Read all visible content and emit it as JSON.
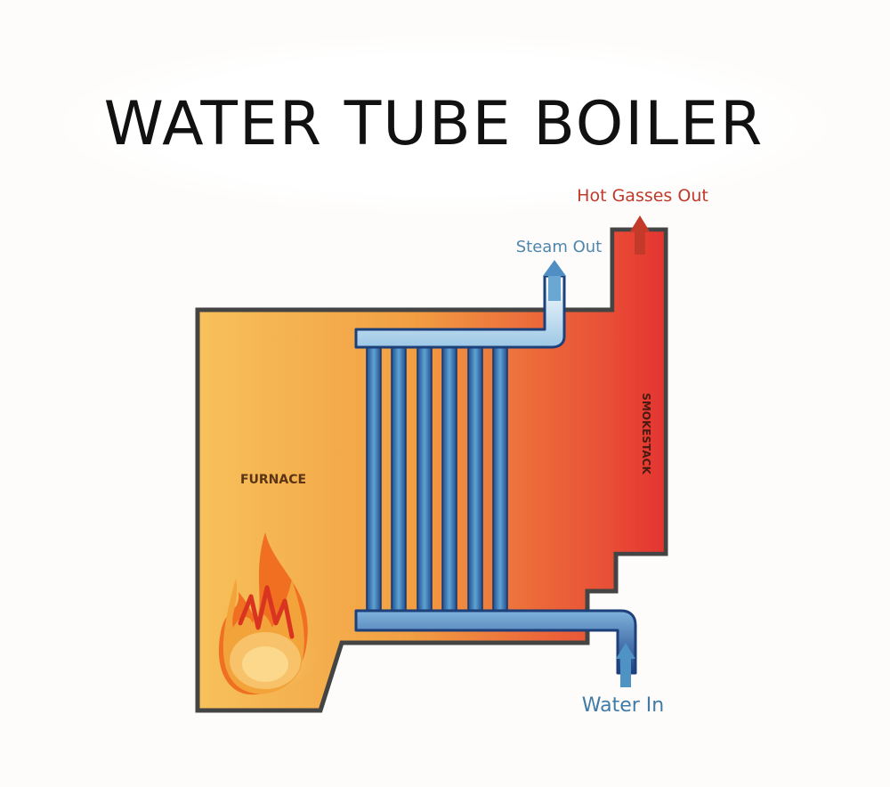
{
  "title": "WATER TUBE BOILER",
  "labels": {
    "hot_gasses_out": "Hot Gasses Out",
    "steam_out": "Steam Out",
    "water_in": "Water In",
    "furnace": "FURNACE",
    "smokestack": "SMOKESTACK"
  },
  "colors": {
    "furnace_fill": "#f3a644",
    "smokestack_fill": "#e53a33",
    "tube_color": "#4a8fc0",
    "tube_dark": "#1f3f86",
    "hot_gas_arrow": "#c43a2a",
    "steam_arrow": "#6aa7d3",
    "water_arrow": "#4f93c4",
    "hot_gas_text": "#c0392b",
    "steam_text": "#4f86ad",
    "water_text": "#3f7ba6",
    "outline": "#4a4a4a"
  },
  "icons": {
    "fire": "fire-icon"
  }
}
